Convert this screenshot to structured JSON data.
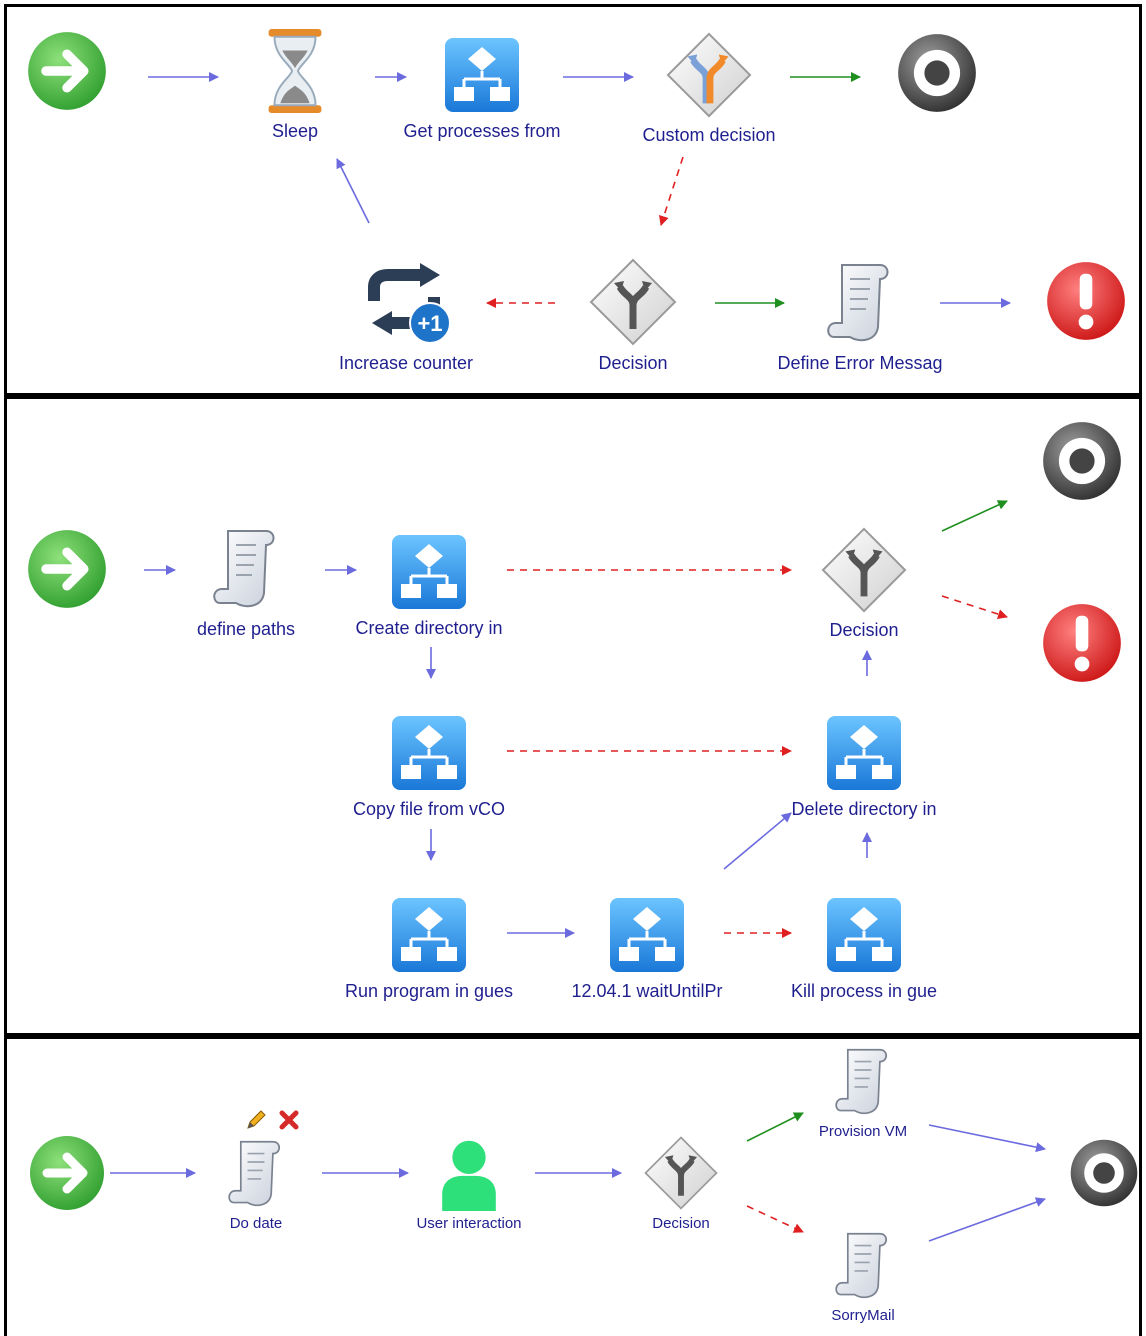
{
  "colors": {
    "flow": "#6b6bdf",
    "success": "#1f8f1f",
    "error": "#e02020",
    "label": "#1f1f8f"
  },
  "panel1": {
    "nodes": [
      {
        "id": "start",
        "icon": "start-arrow-icon",
        "label": ""
      },
      {
        "id": "sleep",
        "icon": "hourglass-icon",
        "label": "Sleep"
      },
      {
        "id": "get-processes",
        "icon": "workflow-icon",
        "label": "Get processes from"
      },
      {
        "id": "custom-decision",
        "icon": "custom-decision-icon",
        "label": "Custom decision"
      },
      {
        "id": "end",
        "icon": "end-target-icon",
        "label": ""
      },
      {
        "id": "increase-counter",
        "icon": "counter-loop-icon",
        "label": "Increase counter"
      },
      {
        "id": "decision",
        "icon": "decision-icon",
        "label": "Decision"
      },
      {
        "id": "define-error",
        "icon": "script-icon",
        "label": "Define Error Messag"
      },
      {
        "id": "error",
        "icon": "error-icon",
        "label": ""
      }
    ]
  },
  "panel2": {
    "nodes": [
      {
        "id": "start",
        "icon": "start-arrow-icon",
        "label": ""
      },
      {
        "id": "define-paths",
        "icon": "script-icon",
        "label": "define paths"
      },
      {
        "id": "create-dir",
        "icon": "workflow-icon",
        "label": "Create directory in"
      },
      {
        "id": "decision",
        "icon": "decision-icon",
        "label": "Decision"
      },
      {
        "id": "end",
        "icon": "end-target-icon",
        "label": ""
      },
      {
        "id": "error",
        "icon": "error-icon",
        "label": ""
      },
      {
        "id": "copy-file",
        "icon": "workflow-icon",
        "label": "Copy file from vCO"
      },
      {
        "id": "delete-dir",
        "icon": "workflow-icon",
        "label": "Delete directory in"
      },
      {
        "id": "run-program",
        "icon": "workflow-icon",
        "label": "Run program in gues"
      },
      {
        "id": "wait-until",
        "icon": "workflow-icon",
        "label": "12.04.1 waitUntilPr"
      },
      {
        "id": "kill-process",
        "icon": "workflow-icon",
        "label": "Kill process in gue"
      }
    ]
  },
  "panel3": {
    "nodes": [
      {
        "id": "start",
        "icon": "start-arrow-icon",
        "label": ""
      },
      {
        "id": "do-date",
        "icon": "script-icon",
        "label": "Do date"
      },
      {
        "id": "user-interaction",
        "icon": "user-icon",
        "label": "User interaction"
      },
      {
        "id": "decision",
        "icon": "decision-icon",
        "label": "Decision"
      },
      {
        "id": "provision-vm",
        "icon": "script-icon",
        "label": "Provision VM"
      },
      {
        "id": "sorry-mail",
        "icon": "script-icon",
        "label": "SorryMail"
      },
      {
        "id": "end",
        "icon": "end-target-icon",
        "label": ""
      }
    ],
    "tools": {
      "edit_icon": "pencil-icon",
      "delete_icon": "delete-x-icon"
    }
  }
}
